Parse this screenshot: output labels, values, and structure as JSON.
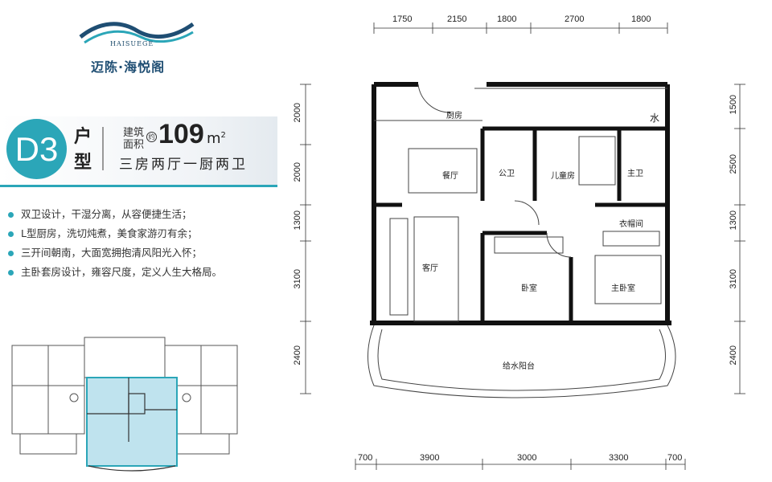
{
  "brand": {
    "name_cn": "迈陈·海悦阁",
    "name_en": "HAISUEGE"
  },
  "unit": {
    "code": "D3",
    "type_line1": "户",
    "type_line2": "型",
    "area_label": "建筑面积",
    "area_icon": "约",
    "area_value": "109",
    "area_unit": "m",
    "area_unit_sup": "2",
    "layout": "三房两厅一厨两卫"
  },
  "features": [
    "双卫设计，干湿分离，从容便捷生活；",
    "L型厨房，洗切炖煮，美食家游刃有余；",
    "三开间朝南，大面宽拥抱清风阳光入怀；",
    "主卧套房设计，雍容尺度，定义人生大格局。"
  ],
  "dimensions": {
    "top": [
      "1750",
      "2150",
      "1800",
      "2700",
      "1800"
    ],
    "bottom": [
      "700",
      "3900",
      "3000",
      "3300",
      "700"
    ],
    "left": [
      "2000",
      "2000",
      "1300",
      "3100",
      "2400"
    ],
    "right": [
      "1500",
      "2500",
      "1300",
      "3100",
      "2400"
    ]
  },
  "rooms": {
    "kitchen": "厨房",
    "dining": "餐厅",
    "public_bath": "公卫",
    "kids_room": "儿童房",
    "master_bath": "主卫",
    "closet": "衣帽间",
    "living": "客厅",
    "bedroom": "卧室",
    "master_bedroom": "主卧室",
    "balcony": "给水阳台",
    "water": "水"
  },
  "colors": {
    "accent": "#2ba6b8",
    "wall": "#111111",
    "highlight": "#bfe3ee"
  }
}
